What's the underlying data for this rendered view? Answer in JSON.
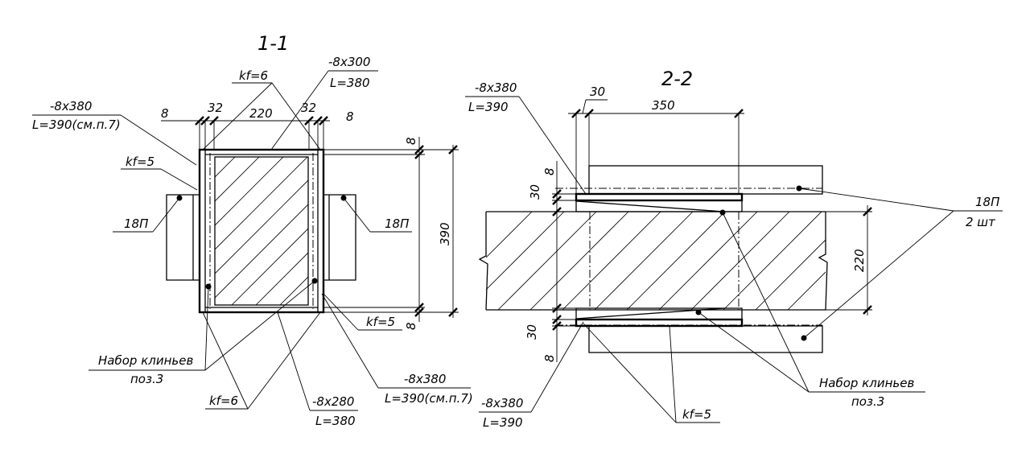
{
  "section_1": {
    "title": "1-1",
    "dim_8_left": "8",
    "dim_32_left": "32",
    "dim_220": "220",
    "dim_32_right": "32",
    "dim_8_right": "8",
    "dim_8_top": "8",
    "dim_390": "390",
    "dim_8_bottom": "8",
    "plate_top_size": "-8x300",
    "plate_top_len": "L=380",
    "kf_top": "kf=6",
    "plate_left_size": "-8x380",
    "plate_left_len": "L=390(см.п.7)",
    "kf_left": "kf=5",
    "angle_left": "18П",
    "angle_right": "18П",
    "kf_right": "kf=5",
    "wedges_label": "Набор клиньев",
    "wedges_pos": "поз.3",
    "kf_bottom": "kf=6",
    "plate_bottom_size": "-8x280",
    "plate_bottom_len": "L=380",
    "plate_right_size": "-8x380",
    "plate_right_len": "L=390(см.п.7)"
  },
  "section_2": {
    "title": "2-2",
    "dim_30_top": "30",
    "dim_350": "350",
    "plate_top_size": "-8x380",
    "plate_top_len": "L=390",
    "dim_8_top": "8",
    "dim_30_left_top": "30",
    "dim_220": "220",
    "dim_30_left_bottom": "30",
    "dim_8_bottom": "8",
    "channel_label": "18П",
    "channel_qty": "2 шт",
    "wedges_label": "Набор клиньев",
    "wedges_pos": "поз.3",
    "plate_bottom_size": "-8x380",
    "plate_bottom_len": "L=390",
    "kf_bottom": "kf=5"
  }
}
